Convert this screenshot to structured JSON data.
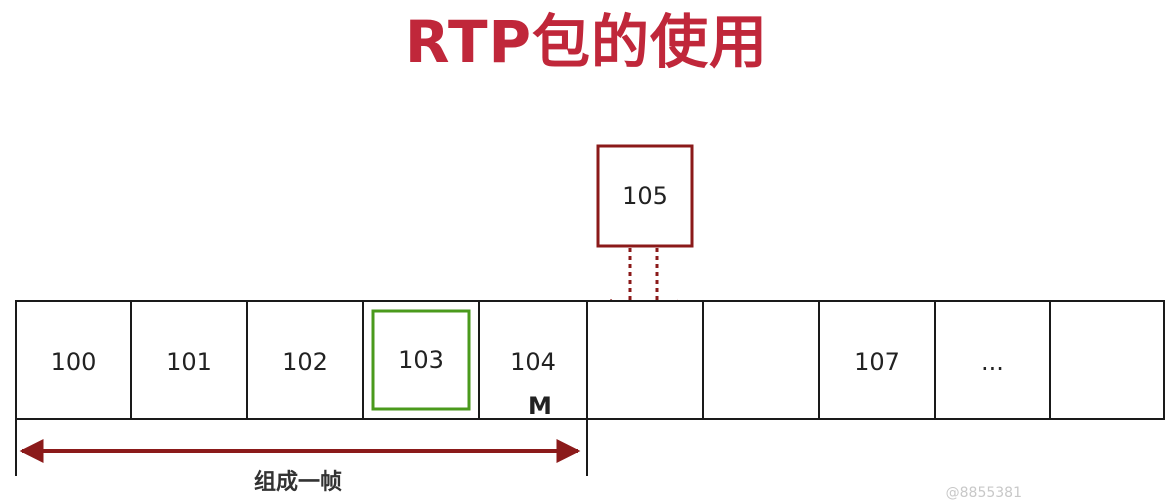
{
  "title": "RTP包的使用",
  "colors": {
    "title": "#c0273a",
    "cell_border": "#1a1a1a",
    "highlight": "#4a9a1c",
    "incoming": "#8b1a1a",
    "span_arrow": "#8b1a1a"
  },
  "incoming_packet": {
    "label": "105"
  },
  "cells": [
    {
      "label": "100"
    },
    {
      "label": "101"
    },
    {
      "label": "102"
    },
    {
      "label": "103",
      "highlight": true
    },
    {
      "label": "104"
    },
    {
      "label": ""
    },
    {
      "label": ""
    },
    {
      "label": "107"
    },
    {
      "label": "..."
    },
    {
      "label": ""
    }
  ],
  "marker": {
    "label": "M"
  },
  "frame_span": {
    "label": "组成一帧"
  },
  "watermark": "@8855381"
}
